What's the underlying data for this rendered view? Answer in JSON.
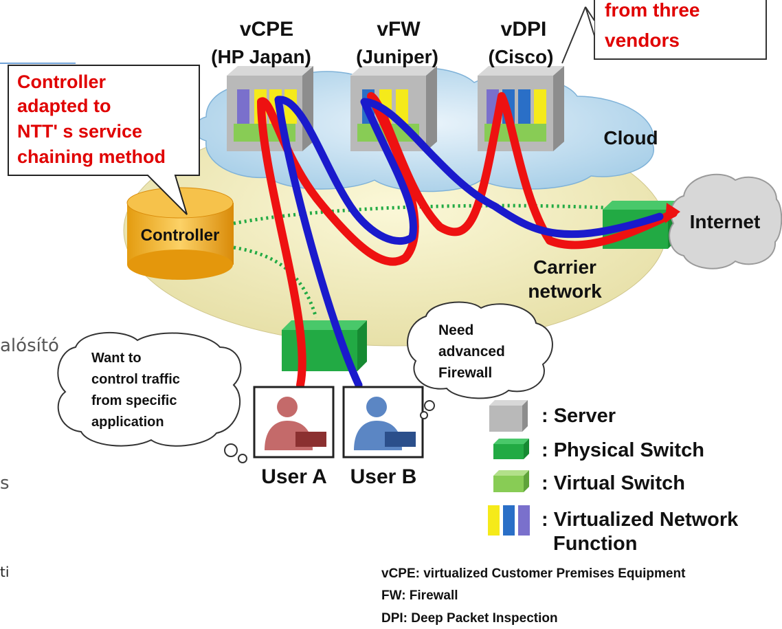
{
  "vendors": {
    "vcpe": {
      "name": "vCPE",
      "vendor": "(HP Japan)"
    },
    "vfw": {
      "name": "vFW",
      "vendor": "(Juniper)"
    },
    "vdpi": {
      "name": "vDPI",
      "vendor": "(Cisco)"
    }
  },
  "callout_top": [
    "from  three",
    "vendors"
  ],
  "callout_controller": [
    "Controller",
    "adapted to",
    "NTT' s service",
    "chaining method"
  ],
  "labels": {
    "cloud": "Cloud",
    "controller": "Controller",
    "internet": "Internet",
    "carrier": [
      "Carrier",
      "network"
    ],
    "user_a": "User A",
    "user_b": "User B"
  },
  "thought_a": [
    "Want to",
    "control traffic",
    "from specific",
    "application"
  ],
  "thought_b": [
    "Need",
    "advanced",
    "Firewall"
  ],
  "legend": {
    "server": ": Server",
    "physical_switch": ": Physical Switch",
    "virtual_switch": ": Virtual Switch",
    "vnf": [
      ": Virtualized Network",
      "Function"
    ]
  },
  "abbrev": [
    "vCPE: virtualized  Customer Premises  Equipment",
    "FW: Firewall",
    "DPI: Deep Packet  Inspection"
  ],
  "page_fragments": {
    "alosito": "alósító",
    "s": "s",
    "ti": "ti"
  },
  "colors": {
    "red_path": "#ee1111",
    "blue_path": "#1a1acc",
    "green_dotted": "#22aa44",
    "server": "#b9b9b9",
    "physical_switch": "#22aa44",
    "virtual_switch": "#88cc55"
  }
}
